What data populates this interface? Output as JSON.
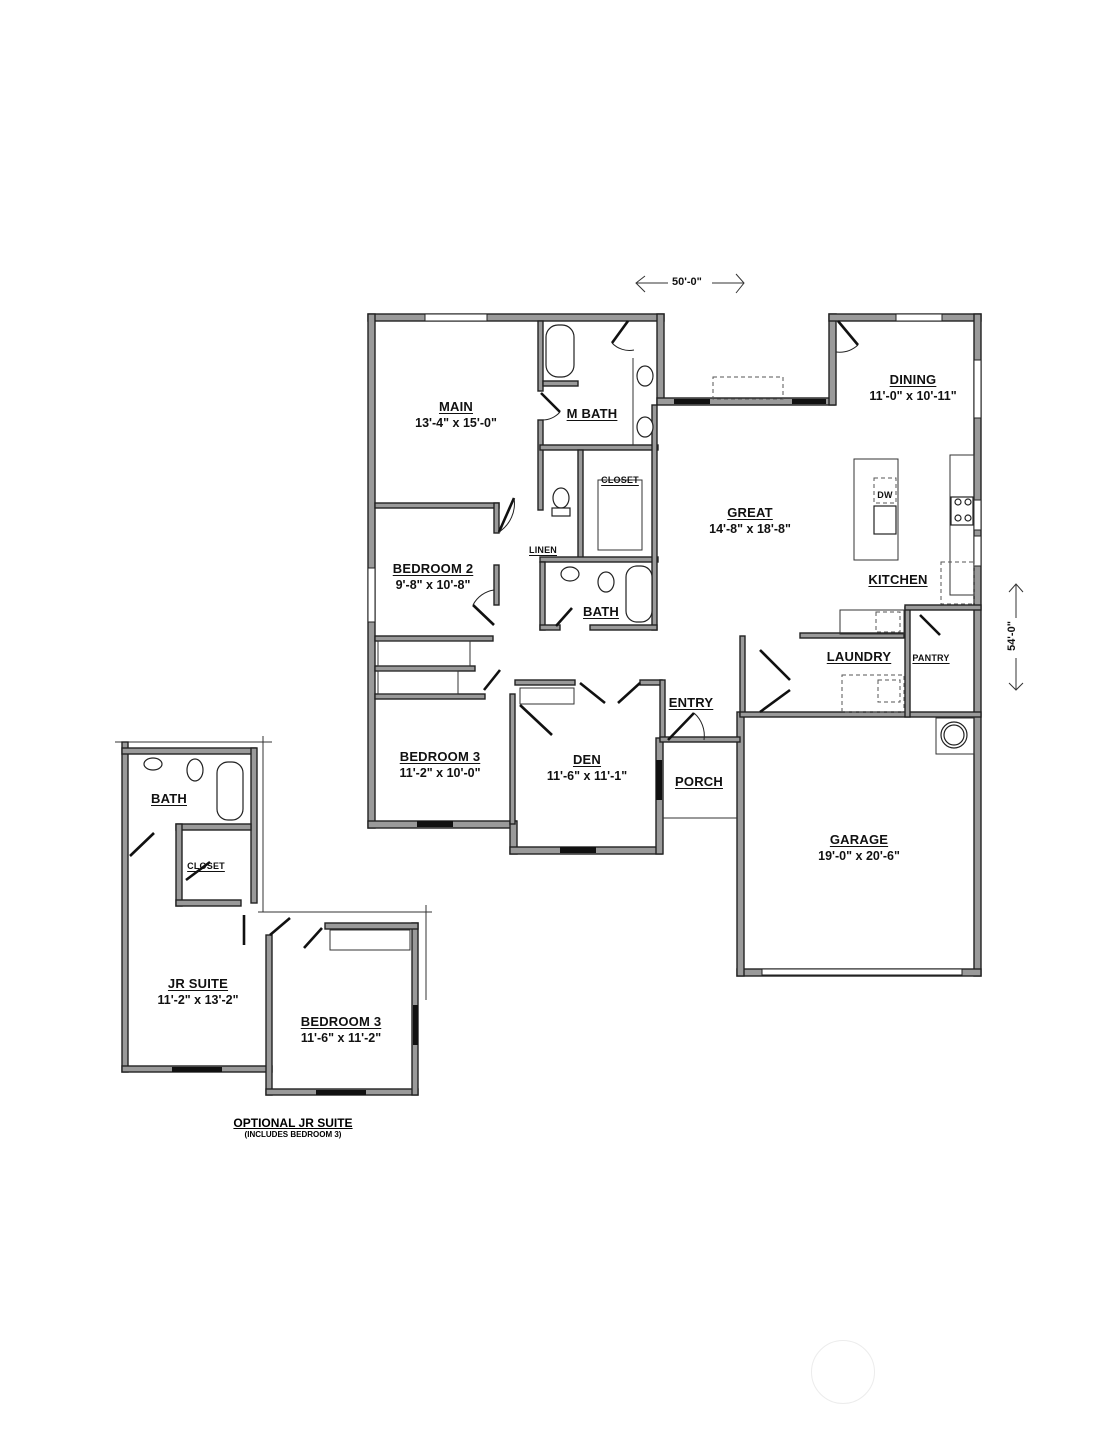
{
  "plan": {
    "overall_width": "50'-0\"",
    "overall_depth": "54'-0\"",
    "rooms": {
      "main": {
        "name": "MAIN",
        "dims": "13'-4\" x 15'-0\""
      },
      "m_bath": {
        "name": "M BATH",
        "dims": ""
      },
      "closet_main": {
        "name": "CLOSET",
        "dims": ""
      },
      "linen": {
        "name": "LINEN",
        "dims": ""
      },
      "bath": {
        "name": "BATH",
        "dims": ""
      },
      "bedroom2": {
        "name": "BEDROOM 2",
        "dims": "9'-8\" x 10'-8\""
      },
      "bedroom3": {
        "name": "BEDROOM 3",
        "dims": "11'-2\" x 10'-0\""
      },
      "den": {
        "name": "DEN",
        "dims": "11'-6\" x 11'-1\""
      },
      "great": {
        "name": "GREAT",
        "dims": "14'-8\" x 18'-8\""
      },
      "dining": {
        "name": "DINING",
        "dims": "11'-0\" x 10'-11\""
      },
      "kitchen": {
        "name": "KITCHEN",
        "dims": ""
      },
      "dw": {
        "name": "DW",
        "dims": ""
      },
      "laundry": {
        "name": "LAUNDRY",
        "dims": ""
      },
      "pantry": {
        "name": "PANTRY",
        "dims": ""
      },
      "entry": {
        "name": "ENTRY",
        "dims": ""
      },
      "porch": {
        "name": "PORCH",
        "dims": ""
      },
      "garage": {
        "name": "GARAGE",
        "dims": "19'-0\" x 20'-6\""
      }
    }
  },
  "optional_jr_suite": {
    "title": "OPTIONAL JR SUITE",
    "subtitle": "(INCLUDES BEDROOM 3)",
    "rooms": {
      "bath": {
        "name": "BATH",
        "dims": ""
      },
      "closet": {
        "name": "CLOSET",
        "dims": ""
      },
      "jr_suite": {
        "name": "JR SUITE",
        "dims": "11'-2\" x 13'-2\""
      },
      "bedroom3": {
        "name": "BEDROOM 3",
        "dims": "11'-6\" x 11'-2\""
      }
    }
  },
  "colors": {
    "wall_fill": "#9a9a9a",
    "wall_outline": "#222222",
    "background": "#ffffff"
  }
}
